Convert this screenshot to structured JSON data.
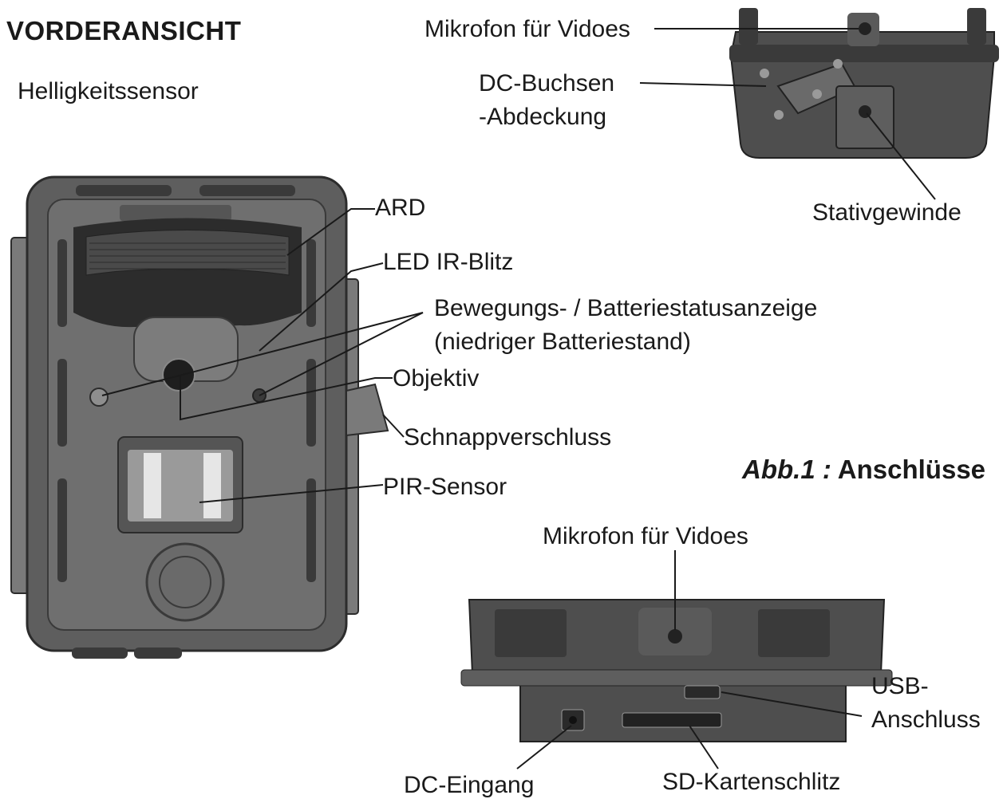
{
  "headings": {
    "front_view": "VORDERANSICHT"
  },
  "caption": {
    "prefix": "Abb.1 :",
    "title": "Anschlüsse"
  },
  "labels": {
    "brightness_sensor": "Helligkeitssensor",
    "ard": "ARD",
    "led_ir_flash": "LED IR-Blitz",
    "motion_battery_line1": "Bewegungs- / Batteriestatusanzeige",
    "motion_battery_line2": "(niedriger Batteriestand)",
    "lens": "Objektiv",
    "snap_latch": "Schnappverschluss",
    "pir_sensor": "PIR-Sensor",
    "mic_top": "Mikrofon für Vidoes",
    "dc_cover_line1": "DC-Buchsen",
    "dc_cover_line2": "-Abdeckung",
    "tripod_thread": "Stativgewinde",
    "mic_bottom": "Mikrofon für Vidoes",
    "usb_line1": "USB-",
    "usb_line2": "Anschluss",
    "dc_input": "DC-Eingang",
    "sd_slot": "SD-Kartenschlitz"
  },
  "colors": {
    "camera_body": "#5e5e5e",
    "camera_dark": "#2c2c2c",
    "camera_light": "#8a8a8a",
    "text": "#1a1a1a"
  }
}
